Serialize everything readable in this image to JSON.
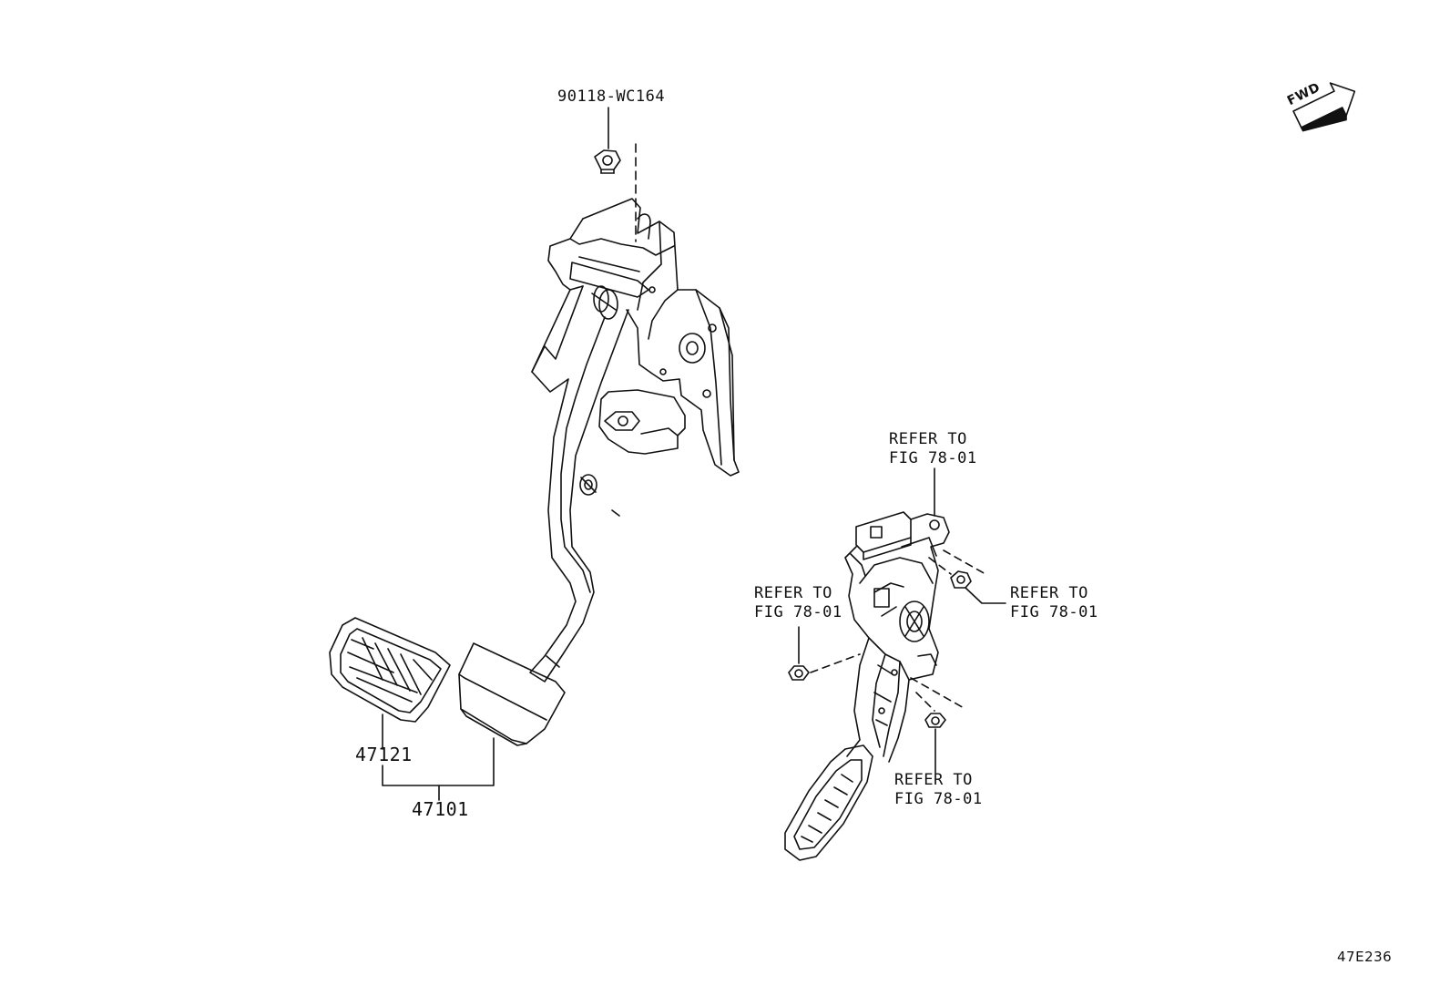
{
  "callouts": {
    "nut_part": "90118-WC164",
    "pad_part": "47121",
    "pedal_assy_part": "47101",
    "reference_id": "47E236"
  },
  "refer_labels": [
    {
      "line1": "REFER TO",
      "line2": "FIG 78-01"
    },
    {
      "line1": "REFER TO",
      "line2": "FIG 78-01"
    },
    {
      "line1": "REFER TO",
      "line2": "FIG 78-01"
    },
    {
      "line1": "REFER TO",
      "line2": "FIG 78-01"
    }
  ],
  "fwd_arrow": {
    "text": "FWD"
  },
  "colors": {
    "line": "#111111",
    "background": "#ffffff"
  }
}
